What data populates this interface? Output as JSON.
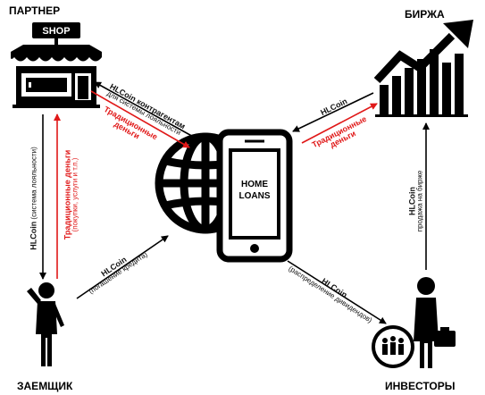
{
  "nodes": {
    "partner": "ПАРТНЕР",
    "exchange": "БИРЖА",
    "borrower": "ЗАЕМЩИК",
    "investors": "ИНВЕСТОРЫ"
  },
  "shop_sign": "SHOP",
  "phone": {
    "line1": "HOME",
    "line2": "LOANS"
  },
  "flows": {
    "app_to_partner_coin": "HLCoin контрагентам",
    "app_to_partner_coin_sub": "для системы лояльности",
    "partner_to_app_money_l1": "Традиционные",
    "partner_to_app_money_l2": "деньги",
    "exchange_to_app_coin": "HLCoin",
    "app_to_exchange_money_l1": "Традиционные",
    "app_to_exchange_money_l2": "деньги",
    "partner_to_borrower_coin": "HLCoin",
    "partner_to_borrower_coin_sub": "(система лояльности)",
    "borrower_to_partner_money": "Традиционные деньги",
    "borrower_to_partner_money_sub": "(покупки, услуги и т.п.)",
    "borrower_to_app_coin": "HLCoin",
    "borrower_to_app_coin_sub": "(погашение кредита)",
    "app_to_investors_coin": "HLCoin",
    "app_to_investors_coin_sub": "(распределение дивидендов)",
    "investors_to_exchange_coin": "HLCoin",
    "investors_to_exchange_coin_sub": "продажа на бирже"
  },
  "colors": {
    "black": "#000000",
    "red": "#e01818"
  }
}
